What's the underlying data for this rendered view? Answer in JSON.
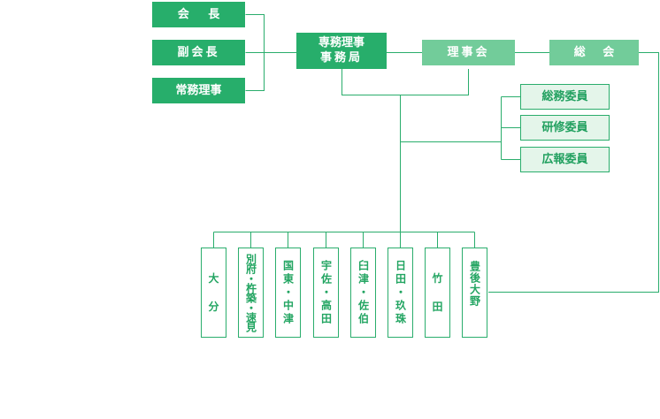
{
  "leadership": {
    "chairman": [
      "会",
      "長"
    ],
    "vice_chairman": "副会長",
    "executive_director": "常務理事"
  },
  "secretariat": [
    "専務理事",
    "事務局"
  ],
  "board": "理事会",
  "general_assembly": [
    "総",
    "会"
  ],
  "committees": [
    "総務委員",
    "研修委員",
    "広報委員"
  ],
  "branches": [
    [
      "大",
      "分"
    ],
    [
      "別府・杵築・速見"
    ],
    [
      "国東・中津"
    ],
    [
      "宇佐・高田"
    ],
    [
      "臼津・佐伯"
    ],
    [
      "日田・玖珠"
    ],
    [
      "竹",
      "田"
    ],
    [
      "豊後大野"
    ]
  ],
  "colors": {
    "primary_green": "#27ae6b",
    "light_green": "#72cc9a",
    "pale_green": "#e4f5ea",
    "line_green": "#2aad6c"
  }
}
